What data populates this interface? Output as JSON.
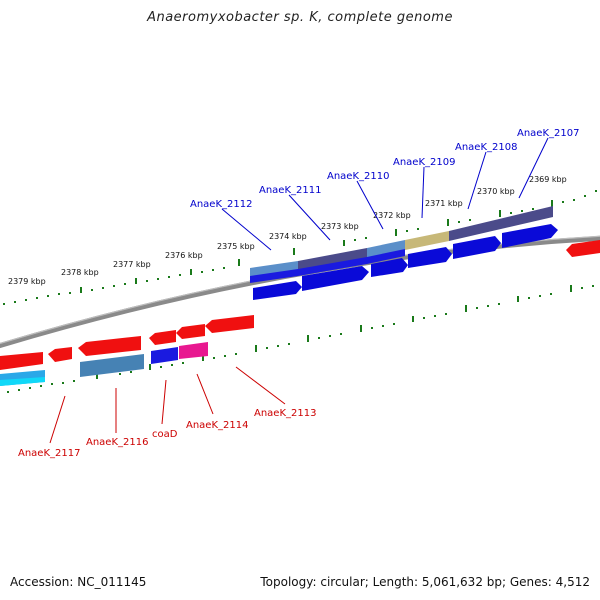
{
  "title": "Anaeromyxobacter sp. K, complete genome",
  "footer": {
    "accession": "Accession: NC_011145",
    "summary": "Topology: circular; Length: 5,061,632 bp; Genes: 4,512"
  },
  "colors": {
    "forward_label": "#0000cc",
    "reverse_label": "#cc0000",
    "backbone": "#888888",
    "tick": "#1a7a1a"
  },
  "scale_labels": [
    "2379 kbp",
    "2378 kbp",
    "2377 kbp",
    "2376 kbp",
    "2375 kbp",
    "2374 kbp",
    "2373 kbp",
    "2372 kbp",
    "2371 kbp",
    "2370 kbp",
    "2369 kbp"
  ],
  "forward_genes": [
    {
      "label": "AnaeK_2107"
    },
    {
      "label": "AnaeK_2108"
    },
    {
      "label": "AnaeK_2109"
    },
    {
      "label": "AnaeK_2110"
    },
    {
      "label": "AnaeK_2111"
    },
    {
      "label": "AnaeK_2112"
    }
  ],
  "reverse_genes": [
    {
      "label": "AnaeK_2113"
    },
    {
      "label": "AnaeK_2114"
    },
    {
      "label": "coaD"
    },
    {
      "label": "AnaeK_2116"
    },
    {
      "label": "AnaeK_2117"
    }
  ]
}
